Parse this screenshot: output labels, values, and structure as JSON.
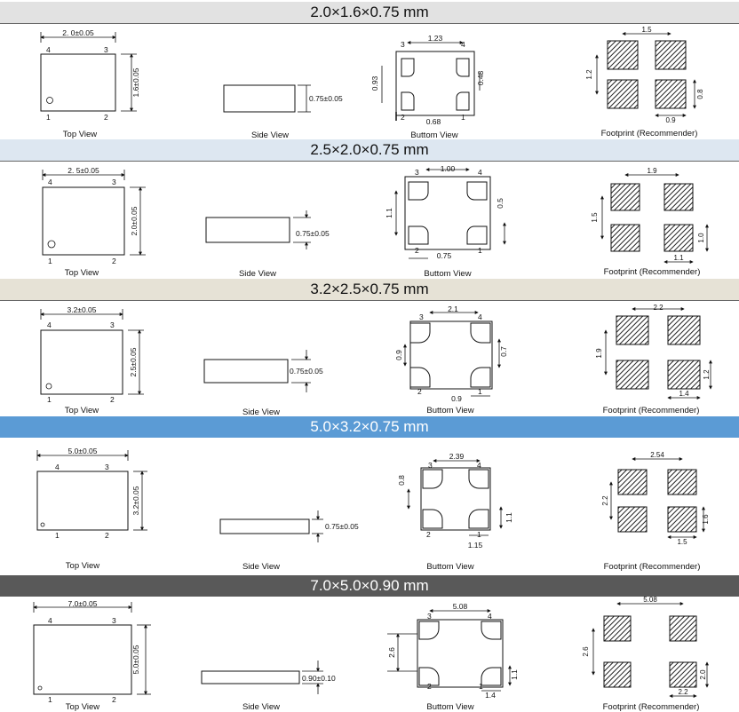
{
  "colors": {
    "band_1": "#e2e2e2",
    "band_2": "#dde7f1",
    "band_3": "#e6e2d6",
    "band_4": "#5b9bd5",
    "band_5": "#595959",
    "line": "#1a1a1a",
    "hatch": "#222222"
  },
  "view_labels": {
    "top": "Top View",
    "side": "Side View",
    "bottom": "Buttom View",
    "footprint": "Footprint (Recommender)"
  },
  "sections": [
    {
      "title": "2.0×1.6×0.75 mm",
      "top": {
        "width_dim": "2. 0±0.05",
        "height_dim": "1.6±0.05",
        "pins": [
          "4",
          "3",
          "1",
          "2"
        ]
      },
      "side": {
        "thickness_dim": "0.75±0.05"
      },
      "bottom": {
        "pitch_dim": "1.23",
        "height_dim": "0.93",
        "pad_dim": "0.48",
        "pad_width_dim": "0.68",
        "pins": [
          "3",
          "4",
          "2",
          "1"
        ]
      },
      "footprint": {
        "pitch_dim": "1.5",
        "height_dim": "1.2",
        "pad_h_dim": "0.8",
        "pad_w_dim": "0.9"
      }
    },
    {
      "title": "2.5×2.0×0.75 mm",
      "top": {
        "width_dim": "2. 5±0.05",
        "height_dim": "2.0±0.05",
        "pins": [
          "4",
          "3",
          "1",
          "2"
        ]
      },
      "side": {
        "thickness_dim": "0.75±0.05"
      },
      "bottom": {
        "pitch_dim": "1.00",
        "height_dim": "1.1",
        "pad_dim": "0.5",
        "pad_width_dim": "0.75",
        "pins": [
          "3",
          "4",
          "2",
          "1"
        ]
      },
      "footprint": {
        "pitch_dim": "1.9",
        "height_dim": "1.5",
        "pad_h_dim": "1.0",
        "pad_w_dim": "1.1"
      }
    },
    {
      "title": "3.2×2.5×0.75 mm",
      "top": {
        "width_dim": "3.2±0.05",
        "height_dim": "2.5±0.05",
        "pins": [
          "4",
          "3",
          "1",
          "2"
        ]
      },
      "side": {
        "thickness_dim": "0.75±0.05"
      },
      "bottom": {
        "pitch_dim": "2.1",
        "height_dim": "0.9",
        "pad_dim": "0.7",
        "pad_width_dim": "0.9",
        "pins": [
          "3",
          "4",
          "2",
          "1"
        ]
      },
      "footprint": {
        "pitch_dim": "2.2",
        "height_dim": "1.9",
        "pad_h_dim": "1.2",
        "pad_w_dim": "1.4"
      }
    },
    {
      "title": "5.0×3.2×0.75 mm",
      "top": {
        "width_dim": "5.0±0.05",
        "height_dim": "3.2±0.05",
        "pins": [
          "4",
          "3",
          "1",
          "2"
        ]
      },
      "side": {
        "thickness_dim": "0.75±0.05"
      },
      "bottom": {
        "pitch_dim": "2.39",
        "height_dim": "0.8",
        "pad_dim": "1.1",
        "pad_width_dim": "1.15",
        "pins": [
          "3",
          "4",
          "2",
          "1"
        ]
      },
      "footprint": {
        "pitch_dim": "2.54",
        "height_dim": "2.2",
        "pad_h_dim": "1.6",
        "pad_w_dim": "1.5"
      }
    },
    {
      "title": "7.0×5.0×0.90 mm",
      "top": {
        "width_dim": "7.0±0.05",
        "height_dim": "5.0±0.05",
        "pins": [
          "4",
          "3",
          "1",
          "2"
        ]
      },
      "side": {
        "thickness_dim": "0.90±0.10"
      },
      "bottom": {
        "pitch_dim": "5.08",
        "height_dim": "2.6",
        "pad_dim": "1.1",
        "pad_width_dim": "1.4",
        "pins": [
          "3",
          "4",
          "2",
          "1"
        ]
      },
      "footprint": {
        "pitch_dim": "5.08",
        "height_dim": "2.6",
        "pad_h_dim": "2.0",
        "pad_w_dim": "2.2"
      }
    }
  ]
}
